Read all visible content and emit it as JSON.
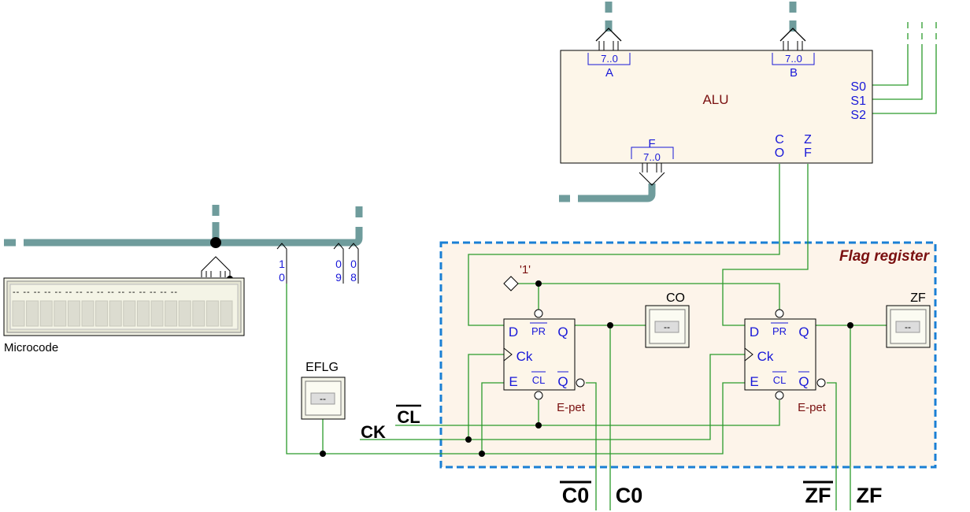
{
  "alu": {
    "name": "ALU",
    "port_a": "A",
    "port_b": "B",
    "port_f": "F",
    "bits": "7..0",
    "s0": "S0",
    "s1": "S1",
    "s2": "S2",
    "co_top": "C",
    "co_bottom": "O",
    "zf_top": "Z",
    "zf_bottom": "F"
  },
  "microcode": {
    "label": "Microcode",
    "dashes": "-- -- -- -- -- -- -- -- -- -- -- -- -- -- -- --"
  },
  "bus_taps": {
    "t10_top": "1",
    "t10_bottom": "0",
    "t09_top": "0",
    "t09_bottom": "9",
    "t08_top": "0",
    "t08_bottom": "8"
  },
  "flag_register": {
    "title": "Flag register"
  },
  "const_one": "'1'",
  "flipflop": {
    "d": "D",
    "pr": "PR",
    "q": "Q",
    "ck": "Ck",
    "e": "E",
    "cl": "CL",
    "qbar": "Q",
    "type": "E-pet"
  },
  "probes": {
    "co": "CO",
    "zf": "ZF",
    "eflg": "EFLG",
    "display": "--"
  },
  "signals": {
    "cl": "CL",
    "ck": "CK",
    "c0_bar": "C0",
    "c0": "C0",
    "zf_bar": "ZF",
    "zf": "ZF"
  },
  "colors": {
    "bus": "#6f9c9c",
    "wire": "#2b9a2b",
    "pin_text": "#1818d8",
    "component_text": "#7a1010",
    "frame": "#1a7fd4",
    "panel": "#fdf6e9"
  }
}
